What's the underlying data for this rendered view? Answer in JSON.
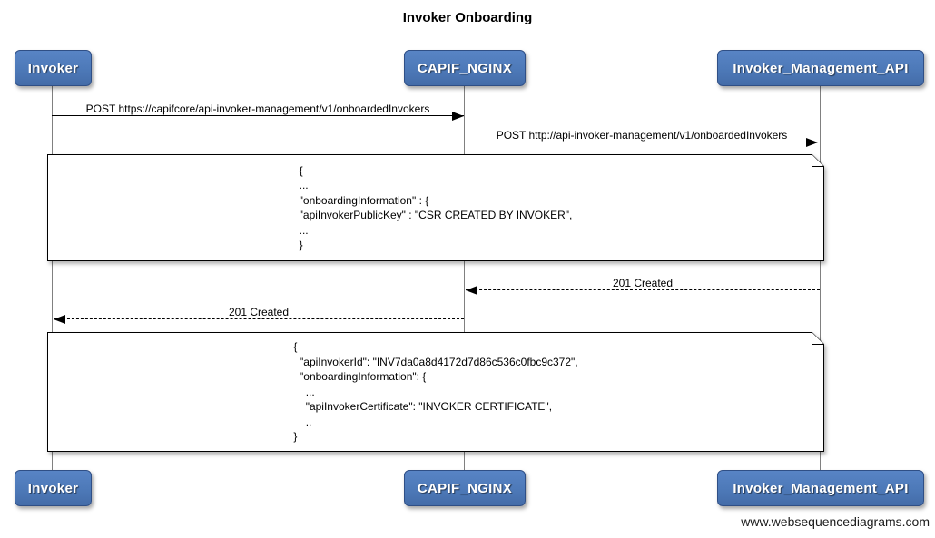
{
  "title": "Invoker Onboarding",
  "actors": [
    {
      "name": "Invoker"
    },
    {
      "name": "CAPIF_NGINX"
    },
    {
      "name": "Invoker_Management_API"
    }
  ],
  "messages": [
    {
      "from": "Invoker",
      "to": "CAPIF_NGINX",
      "style": "solid",
      "label": "POST https://capifcore/api-invoker-management/v1/onboardedInvokers"
    },
    {
      "from": "CAPIF_NGINX",
      "to": "Invoker_Management_API",
      "style": "solid",
      "label": "POST http://api-invoker-management/v1/onboardedInvokers"
    },
    {
      "from": "Invoker_Management_API",
      "to": "CAPIF_NGINX",
      "style": "dashed",
      "label": "201 Created"
    },
    {
      "from": "CAPIF_NGINX",
      "to": "Invoker",
      "style": "dashed",
      "label": "201 Created"
    }
  ],
  "notes": [
    {
      "lines": [
        "{",
        "...",
        "\"onboardingInformation\" : {",
        "\"apiInvokerPublicKey\" : \"CSR CREATED BY INVOKER\",",
        "...",
        "}"
      ]
    },
    {
      "lines": [
        "{",
        "  \"apiInvokerId\": \"INV7da0a8d4172d7d86c536c0fbc9c372\",",
        "  \"onboardingInformation\": {",
        "    ...",
        "    \"apiInvokerCertificate\": \"INVOKER CERTIFICATE\",",
        "    ..",
        "}"
      ]
    }
  ],
  "footer": "www.websequencediagrams.com",
  "colors": {
    "actor_fill": "#4d79b8",
    "actor_border": "#2f4f86",
    "lifeline": "#808080",
    "note_fill": "#ffffff",
    "line": "#000000"
  }
}
